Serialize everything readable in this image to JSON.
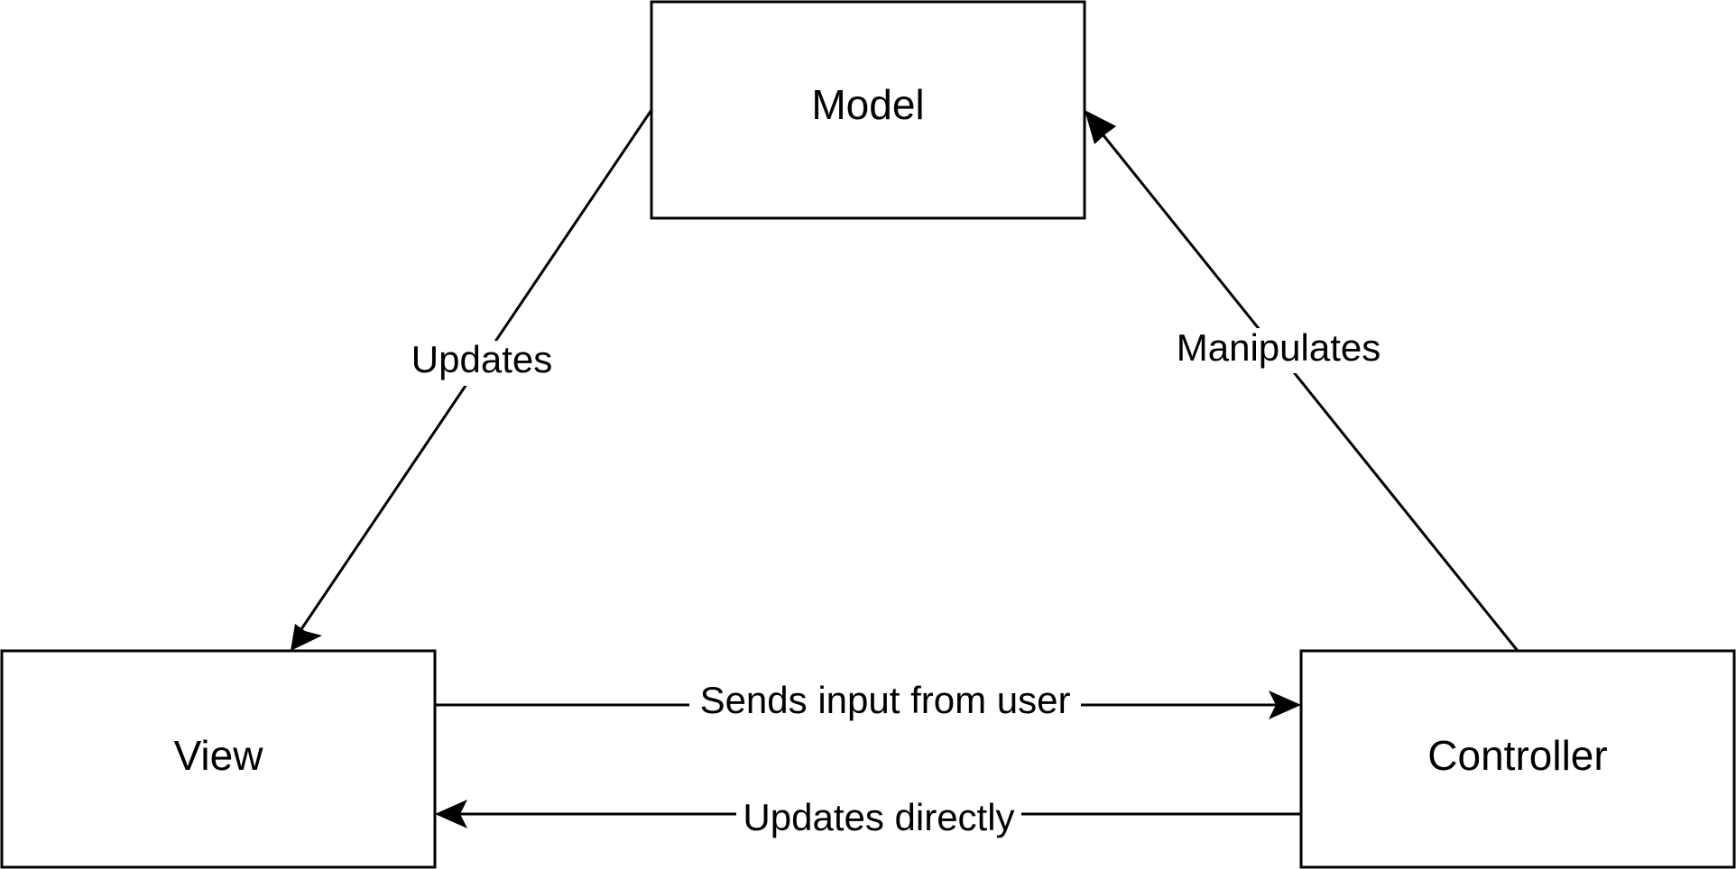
{
  "diagram": {
    "type": "mvc-triangle",
    "nodes": {
      "model": "Model",
      "view": "View",
      "controller": "Controller"
    },
    "edges": {
      "model_to_view": "Updates",
      "controller_to_model": "Manipulates",
      "view_to_controller": "Sends input from user",
      "controller_to_view": "Updates directly"
    },
    "stroke_color": "#000000",
    "fill_color": "#ffffff"
  }
}
